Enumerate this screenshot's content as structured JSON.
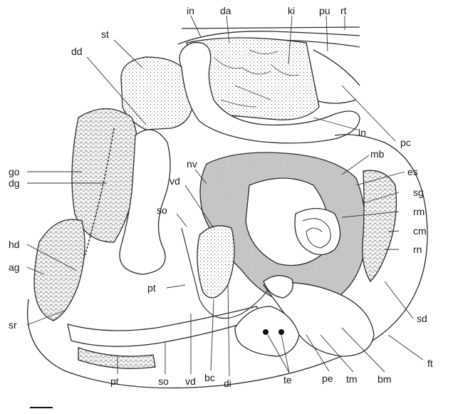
{
  "labels": {
    "in_top": "in",
    "da": "da",
    "ki": "ki",
    "pu": "pu",
    "rt": "rt",
    "st": "st",
    "dd": "dd",
    "in_right": "in",
    "pc": "pc",
    "go": "go",
    "dg": "dg",
    "hd": "hd",
    "ag": "ag",
    "sr": "sr",
    "nv": "nv",
    "vd_mid": "vd",
    "so_mid": "so",
    "mb": "mb",
    "es": "es",
    "sg": "sg",
    "rm": "rm",
    "cm": "cm",
    "rn": "rn",
    "sd": "sd",
    "ft": "ft",
    "pt_mid": "pt",
    "pt_bot": "pt",
    "so_bot": "so",
    "vd_bot": "vd",
    "bc": "bc",
    "di": "di",
    "te": "te",
    "pe": "pe",
    "tm": "tm",
    "bm": "bm"
  },
  "colors": {
    "ink": "#2a2a2a",
    "shade": "#c9c9c9",
    "paper": "#ffffff"
  }
}
